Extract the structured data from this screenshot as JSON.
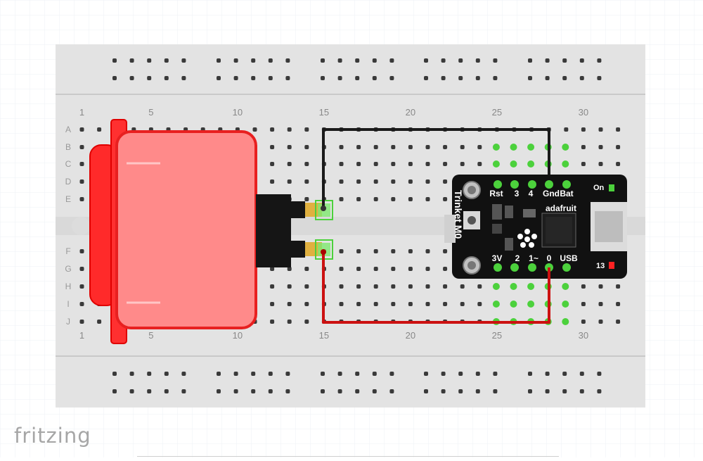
{
  "app": {
    "logo_text": "fritzing"
  },
  "breadboard": {
    "column_numbers": [
      "1",
      "5",
      "10",
      "15",
      "20",
      "25",
      "30"
    ],
    "row_letters_top": [
      "A",
      "B",
      "C",
      "D",
      "E"
    ],
    "row_letters_bottom": [
      "F",
      "G",
      "H",
      "I",
      "J"
    ]
  },
  "trinket": {
    "name": "Trinket M0",
    "brand": "adafruit",
    "top_pin_labels": [
      "Rst",
      "3",
      "4",
      "Gnd",
      "Bat"
    ],
    "bottom_pin_labels": [
      "3V",
      "2",
      "1~",
      "0",
      "USB"
    ],
    "on_label": "On",
    "led_label": "13"
  },
  "wires": [
    {
      "name": "ground-wire",
      "color": "#1a1a1a"
    },
    {
      "name": "signal-wire",
      "color": "#cc1111"
    }
  ],
  "colors": {
    "button_red": "#ff3b3b",
    "button_body": "#ff8a8a",
    "breadboard": "#e3e3e3",
    "highlight_green": "#4cd13c",
    "board_black": "#111111"
  }
}
